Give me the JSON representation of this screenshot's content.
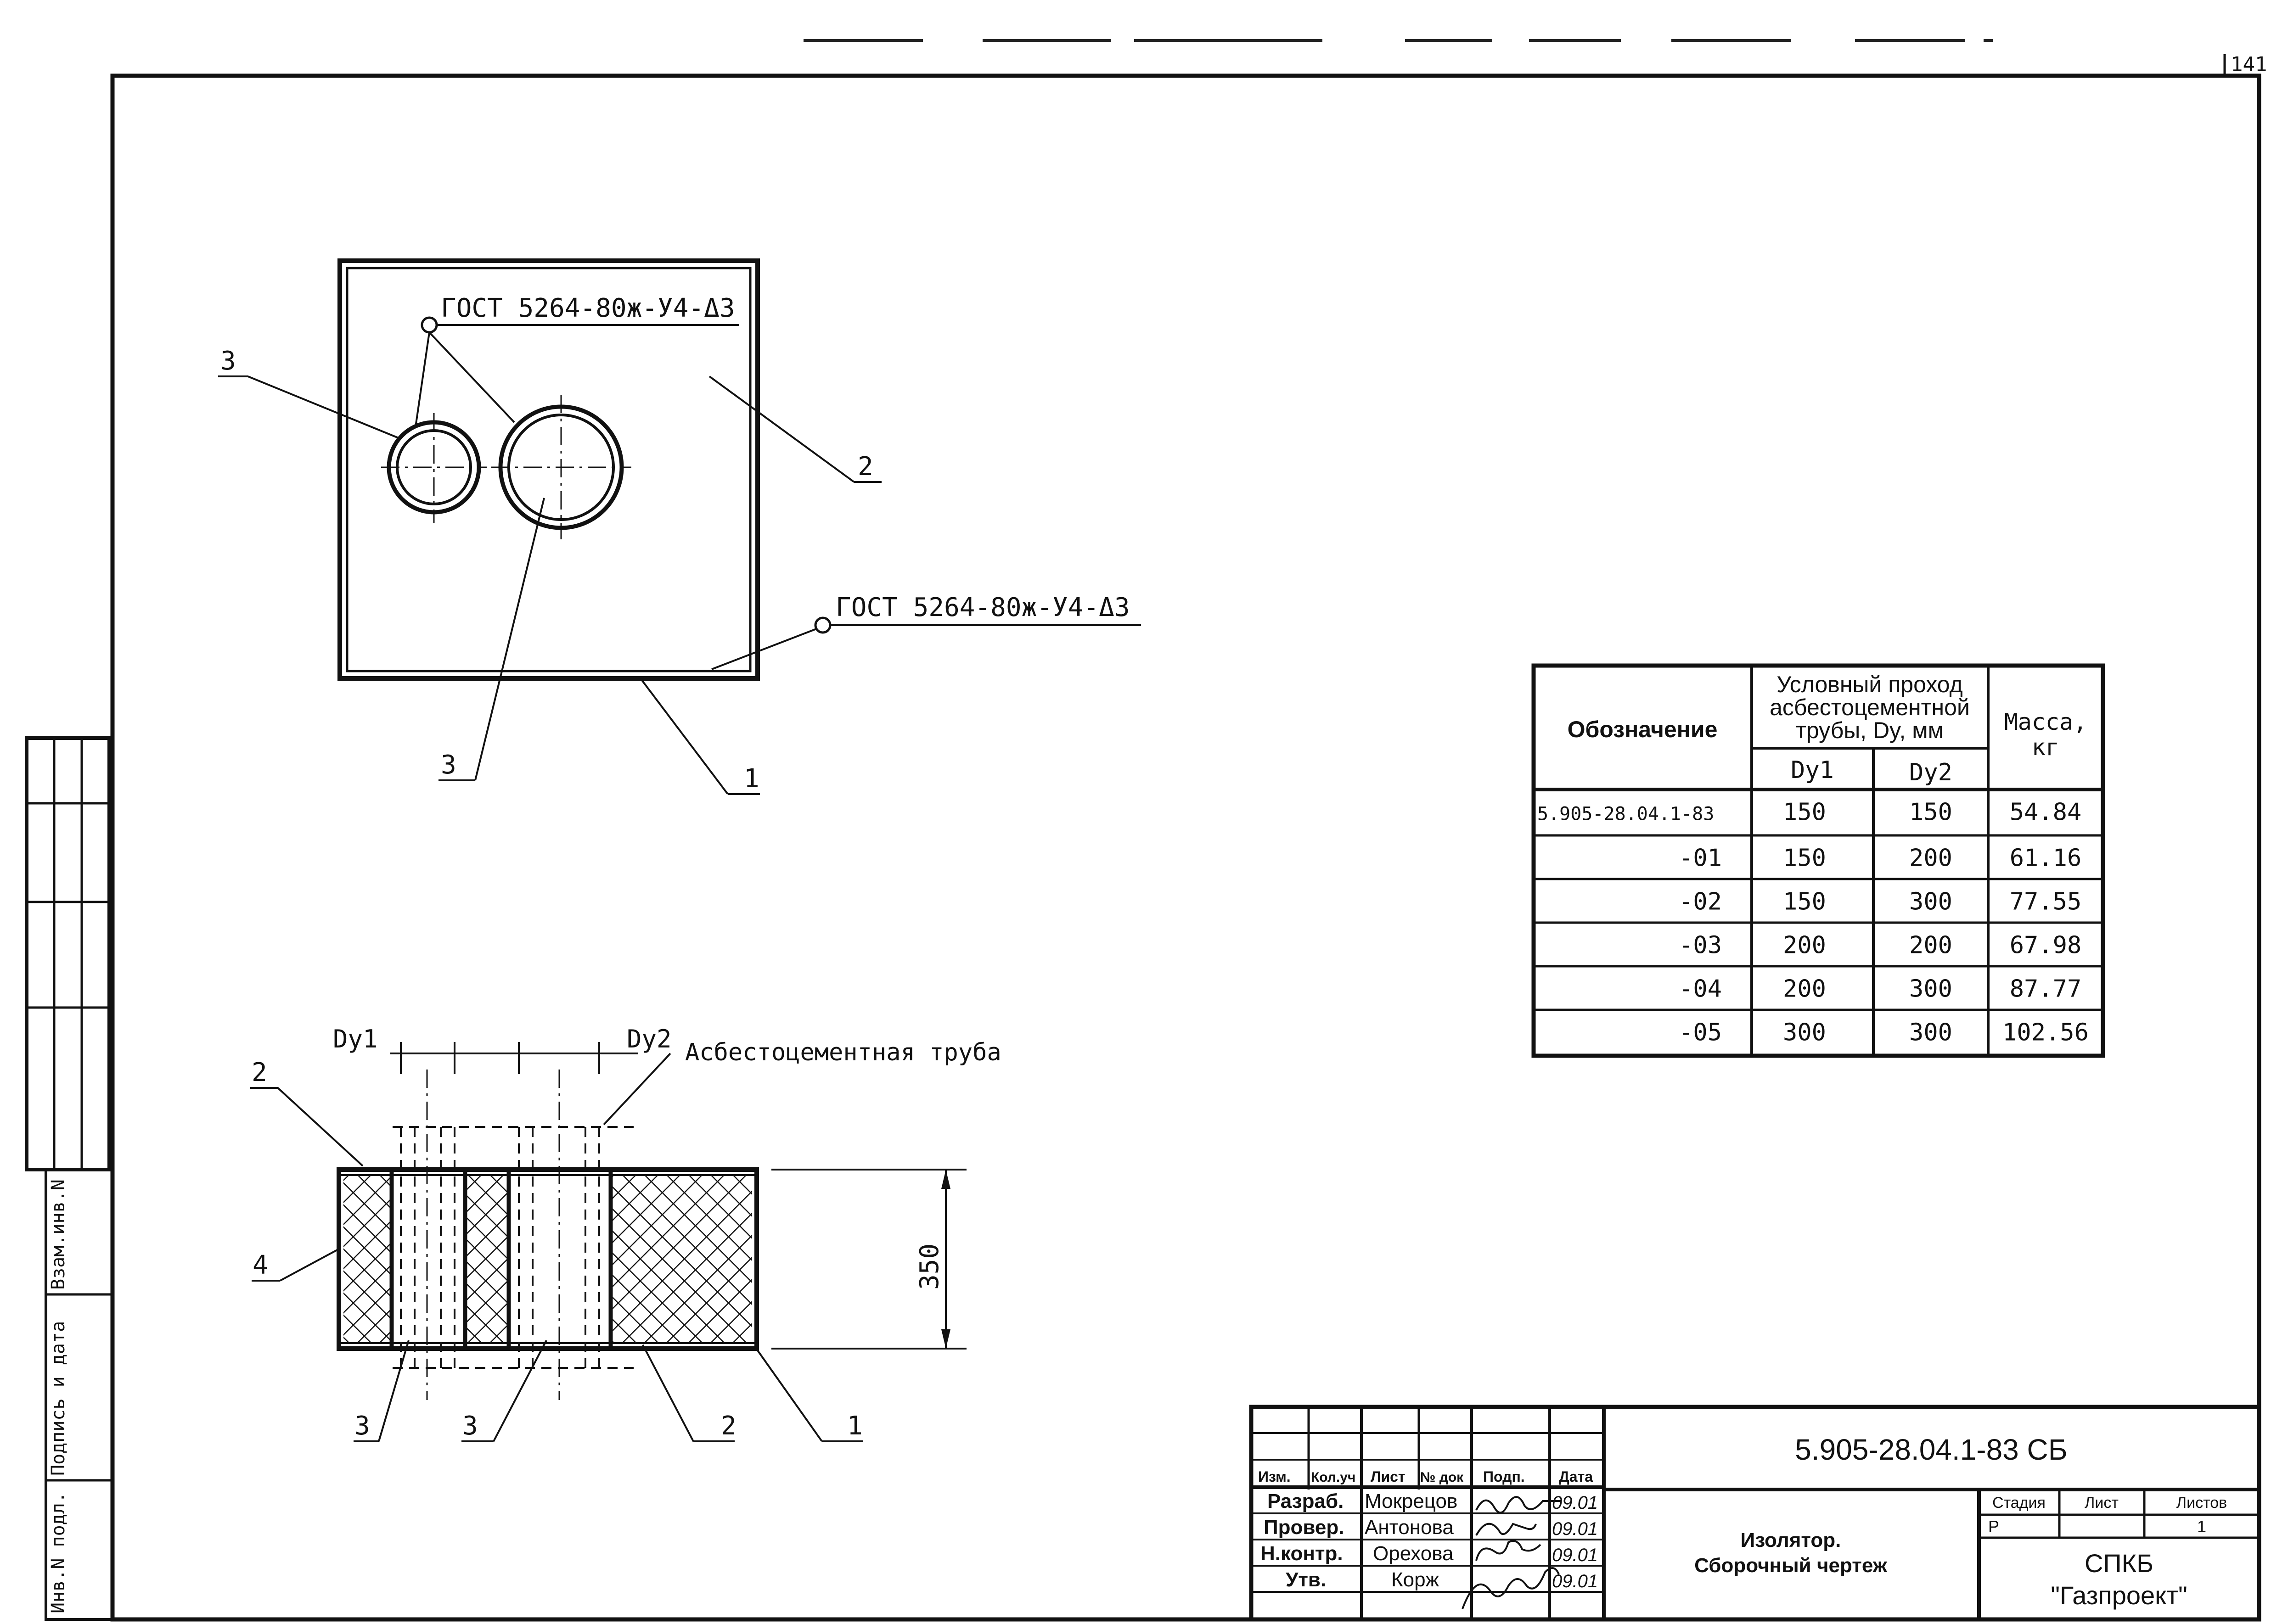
{
  "sheet": {
    "page_number": "141"
  },
  "plan_view": {
    "weld_note_top": "ГОСТ 5264-80ж-У4-Δ3",
    "weld_note_bottom": "ГОСТ 5264-80ж-У4-Δ3",
    "callout_3a": "3",
    "callout_3b": "3",
    "callout_2": "2",
    "callout_1": "1"
  },
  "section_view": {
    "dy1": "Dy1",
    "dy2": "Dy2",
    "pipe_label": "Асбестоцементная труба",
    "height_dim": "350",
    "callout_2_top": "2",
    "callout_4": "4",
    "callout_3a": "3",
    "callout_3b": "3",
    "callout_2_bottom": "2",
    "callout_1": "1"
  },
  "spec_table": {
    "col_designation": "Обозначение",
    "col_passage_l1": "Условный проход",
    "col_passage_l2": "асбестоцементной",
    "col_passage_l3": "трубы, Dy, мм",
    "col_mass_l1": "Масса,",
    "col_mass_l2": "кг",
    "col_dy1": "Dy1",
    "col_dy2": "Dy2",
    "rows": [
      {
        "designation": "5.905-28.04.1-83",
        "dy1": "150",
        "dy2": "150",
        "mass": "54.84"
      },
      {
        "designation": "-01",
        "dy1": "150",
        "dy2": "200",
        "mass": "61.16"
      },
      {
        "designation": "-02",
        "dy1": "150",
        "dy2": "300",
        "mass": "77.55"
      },
      {
        "designation": "-03",
        "dy1": "200",
        "dy2": "200",
        "mass": "67.98"
      },
      {
        "designation": "-04",
        "dy1": "200",
        "dy2": "300",
        "mass": "87.77"
      },
      {
        "designation": "-05",
        "dy1": "300",
        "dy2": "300",
        "mass": "102.56"
      }
    ]
  },
  "side_stamp": {
    "col_inv": "Инв.N подл.",
    "col_sign": "Подпись и дата",
    "col_vzam": "Взам.инв.N"
  },
  "title_block": {
    "doc_code": "5.905-28.04.1-83 СБ",
    "hdr_izm": "Изм.",
    "hdr_koluch": "Кол.уч",
    "hdr_list": "Лист",
    "hdr_ndok": "№ док",
    "hdr_podp": "Подп.",
    "hdr_data": "Дата",
    "role_razrab": "Разраб.",
    "role_prover": "Провер.",
    "role_nkontr": "Н.контр.",
    "role_utv": "Утв.",
    "name_razrab": "Мокрецов",
    "name_prover": "Антонова",
    "name_nkontr": "Орехова",
    "name_utv": "Корж",
    "date_1": "09.01",
    "date_2": "09.01",
    "date_3": "09.01",
    "date_4": "09.01",
    "title_l1": "Изолятор.",
    "title_l2": "Сборочный чертеж",
    "stage_hdr": "Стадия",
    "sheet_hdr": "Лист",
    "sheets_hdr": "Листов",
    "stage_val": "Р",
    "sheets_val": "1",
    "org_l1": "СПКБ",
    "org_l2": "\"Газпроект\""
  }
}
